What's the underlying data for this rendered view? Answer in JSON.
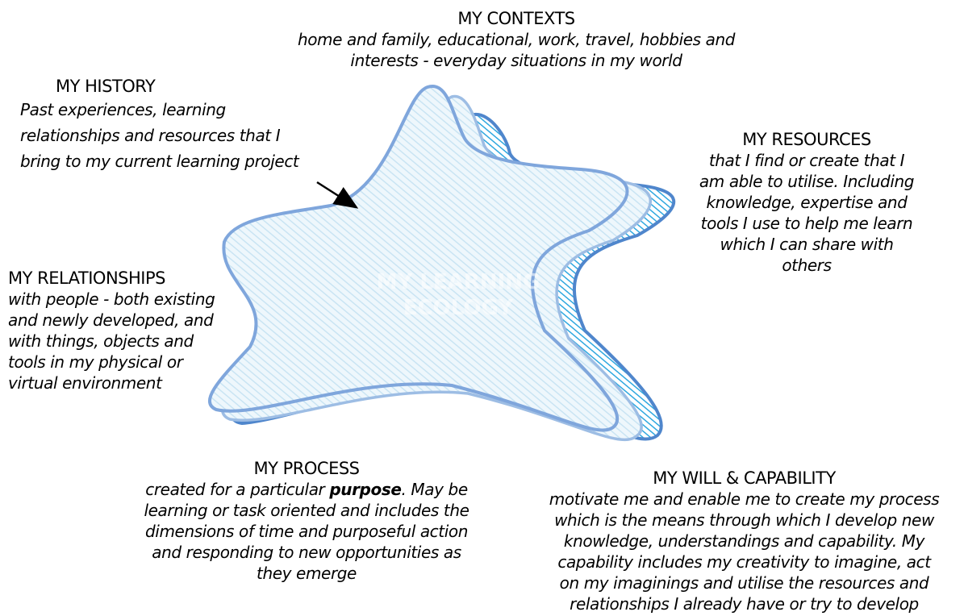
{
  "center_label": [
    "MY LEARNING",
    "ECOLOGY"
  ],
  "contexts": {
    "heading": "MY CONTEXTS",
    "lines": [
      "home and family, educational,  work, travel, hobbies and",
      "interests - everyday situations in my world"
    ]
  },
  "history": {
    "heading": "MY HISTORY",
    "lines": [
      "Past experiences, learning",
      "relationships and resources that I",
      "bring to my current learning project"
    ]
  },
  "resources": {
    "heading": "MY RESOURCES",
    "lines": [
      "that I find or create that I",
      "am able to utilise. Including",
      "knowledge, expertise and",
      "tools I use to help me learn",
      "which I can share with",
      "others"
    ]
  },
  "relationships": {
    "heading": "MY RELATIONSHIPS",
    "lines": [
      "with people - both existing",
      "and newly developed, and",
      "with things, objects and",
      "tools in my physical or",
      "virtual environment"
    ]
  },
  "process": {
    "heading": "MY PROCESS",
    "line1_before": "created for a particular ",
    "line1_emph": "purpose",
    "line1_after": ". May be",
    "lines": [
      "learning or task oriented and includes the",
      "dimensions of time and purposeful action",
      "and responding to new opportunities as",
      "they emerge"
    ]
  },
  "will": {
    "heading": "MY WILL & CAPABILITY",
    "lines": [
      "motivate me and enable me to create my process",
      "which is the means through which I develop new",
      "knowledge, understandings and capability. My",
      "capability includes my creativity to imagine, act",
      "on my imaginings and utilise the resources and",
      "relationships I already have or try to develop"
    ]
  },
  "colors": {
    "outline": "#7fa6dc",
    "outline_dark": "#4f86cc",
    "hatch_light": "#c9e4f3",
    "hatch_dark": "#2fa8e0",
    "fill": "#eef7fc"
  }
}
